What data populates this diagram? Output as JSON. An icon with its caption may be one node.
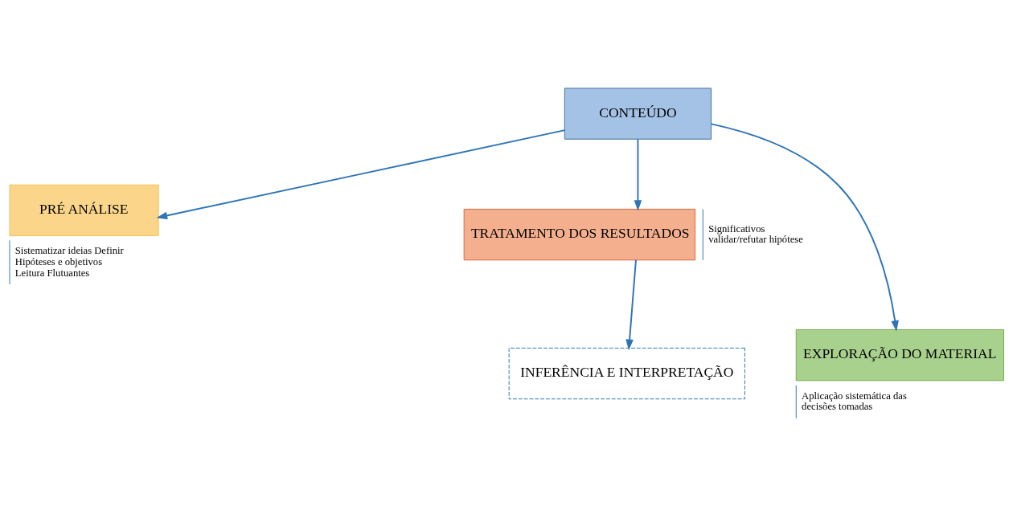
{
  "diagram": {
    "nodes": [
      {
        "text": [
          "CONTEÚDO"
        ]
      },
      {
        "text": [
          "PRÉ ANÁLISE"
        ],
        "beside": [
          "Sistematizar ideias Definir Hipóteses e objetivos Leitura Flutuantes"
        ]
      },
      {
        "text": [
          "TRATAMENTO DOS RESULTADOS"
        ],
        "beside": [
          "Significativos validar/refutar hipótese"
        ]
      },
      {
        "text": [
          "EXPLORAÇÃO DO MATERIAL"
        ],
        "beside": [
          "Aplicação sistemática das decisões tomadas"
        ]
      },
      {
        "text": [
          "INFERÊNCIA E INTERPRETAÇÃO"
        ]
      }
    ],
    "edges": [
      {
        "from": 0,
        "to": 1,
        "arrow": "to"
      },
      {
        "from": 0,
        "to": 2,
        "arrow": "to"
      },
      {
        "from": 0,
        "to": 3,
        "arrow": "to"
      },
      {
        "from": 2,
        "to": 4,
        "arrow": "to"
      }
    ]
  }
}
